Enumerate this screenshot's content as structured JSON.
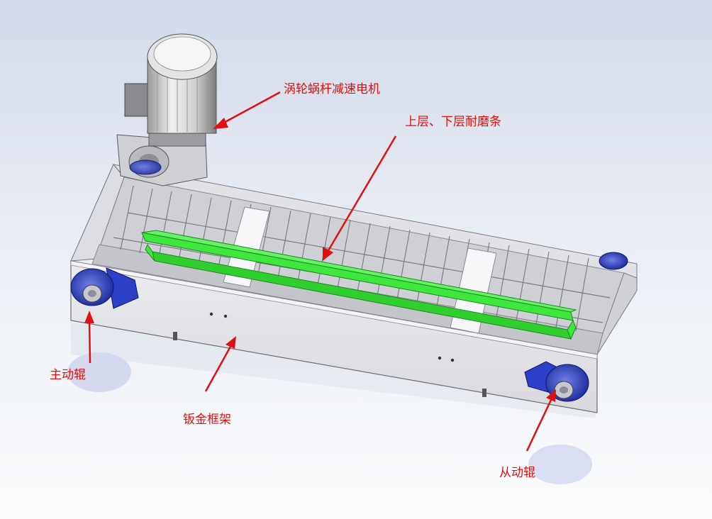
{
  "annotations": {
    "motor": "涡轮蜗杆减速电机",
    "wear_strips": "上层、下层耐磨条",
    "drive_roller": "主动辊",
    "frame": "钣金框架",
    "driven_roller": "从动辊"
  },
  "colors": {
    "annotation": "#e01010",
    "wear_strip": "#3ee63e",
    "roller": "#2b3fc7",
    "frame": "#e6e6ea",
    "motor": "#dcdcdc"
  }
}
